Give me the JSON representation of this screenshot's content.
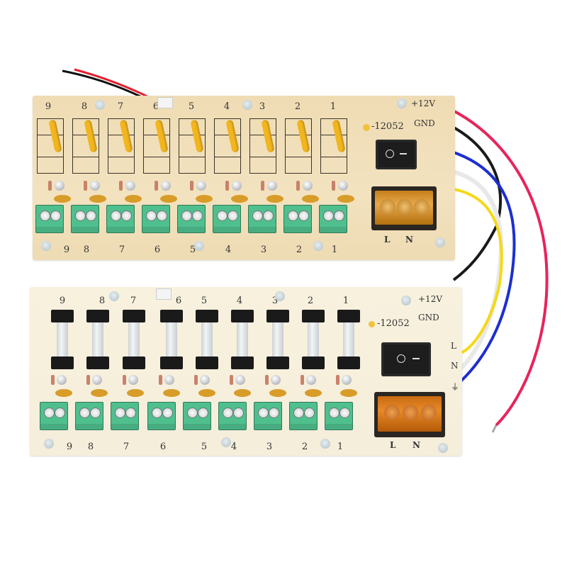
{
  "image": {
    "description": "Two 9-channel 12V DC power distribution PCB boards with fuses, LEDs, green screw terminal outputs, rocker switch and AC input terminal block",
    "background": "#ffffff"
  },
  "top_board": {
    "channel_numbers_top": [
      "9",
      "8",
      "7",
      "6",
      "5",
      "4",
      "3",
      "2",
      "1"
    ],
    "channel_numbers_bottom": [
      "9",
      "8",
      "7",
      "6",
      "5",
      "4",
      "3",
      "2",
      "1"
    ],
    "terminal_polarity": [
      "−",
      "+"
    ],
    "part_code": "-12052",
    "power_labels": [
      "+12V",
      "GND"
    ],
    "input_labels": [
      "L",
      "N"
    ],
    "fuse_type": "yellow resettable (PTC)",
    "colors": {
      "pcb": "#efdcb4",
      "terminal": "#4fbf8e",
      "fuse": "#f2b51e"
    }
  },
  "bottom_board": {
    "channel_numbers_top": [
      "9",
      "8",
      "7",
      "6",
      "5",
      "4",
      "3",
      "2",
      "1"
    ],
    "channel_numbers_bottom": [
      "9",
      "8",
      "7",
      "6",
      "5",
      "4",
      "3",
      "2",
      "1"
    ],
    "terminal_polarity": [
      "−",
      "+"
    ],
    "part_code": "-12052",
    "power_labels": [
      "+12V",
      "GND"
    ],
    "side_labels": [
      "L",
      "N",
      "⏚"
    ],
    "input_labels": [
      "L",
      "N"
    ],
    "fuse_type": "glass cartridge",
    "colors": {
      "pcb": "#f6efdc",
      "terminal": "#4fbf8e"
    }
  },
  "wires": [
    {
      "name": "red",
      "color": "#e8245a"
    },
    {
      "name": "black",
      "color": "#1a1a1a"
    },
    {
      "name": "blue",
      "color": "#1c2fd0"
    },
    {
      "name": "white",
      "color": "#f2f2f2"
    },
    {
      "name": "yellow",
      "color": "#f5d916"
    }
  ],
  "connector_wires": [
    {
      "name": "red",
      "color": "#e61c2c"
    },
    {
      "name": "black",
      "color": "#111111"
    }
  ]
}
